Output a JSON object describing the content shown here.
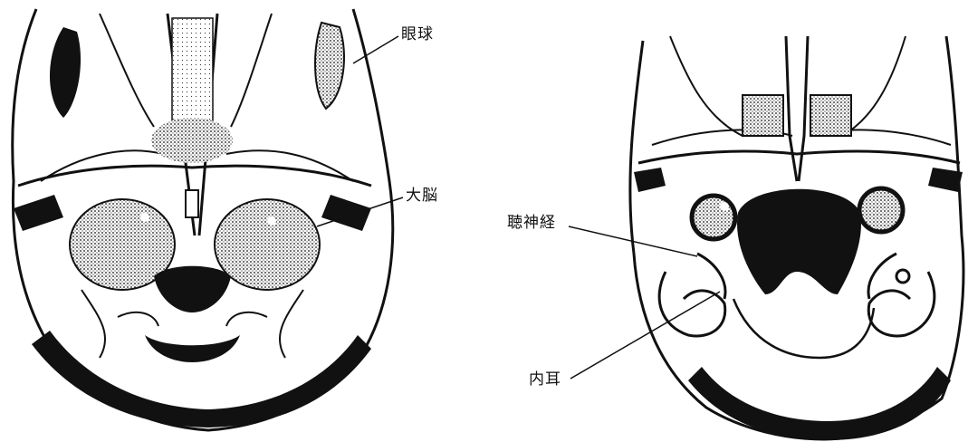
{
  "labels": {
    "eyeball": "眼球",
    "cerebrum": "大脳",
    "auditory_nerve": "聴神経",
    "inner_ear": "内耳"
  },
  "colors": {
    "ink": "#111111",
    "paper": "#ffffff"
  }
}
